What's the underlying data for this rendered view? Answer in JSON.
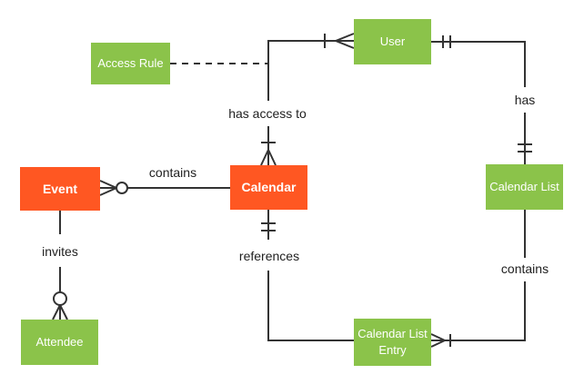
{
  "colors": {
    "entity_orange": "#FF5722",
    "entity_green": "#8BC34A",
    "entity_text": "#FFFFFF",
    "line": "#333333",
    "label_text": "#212121",
    "background": "#FFFFFF"
  },
  "entities": [
    {
      "id": "access-rule",
      "label": "Access Rule",
      "type": "green"
    },
    {
      "id": "user",
      "label": "User",
      "type": "green"
    },
    {
      "id": "event",
      "label": "Event",
      "type": "orange"
    },
    {
      "id": "calendar",
      "label": "Calendar",
      "type": "orange"
    },
    {
      "id": "calendar-list",
      "label": "Calendar List",
      "type": "green"
    },
    {
      "id": "attendee",
      "label": "Attendee",
      "type": "green"
    },
    {
      "id": "calendar-list-entry",
      "label": "Calendar List Entry",
      "type": "green"
    }
  ],
  "relationships": [
    {
      "id": "contains-events",
      "label": "contains",
      "from": "Calendar",
      "to": "Event",
      "to_cardinality": "zero-or-many"
    },
    {
      "id": "has-access-to",
      "label": "has access to",
      "from": "Calendar",
      "to": "User",
      "from_cardinality": "one-or-many",
      "to_cardinality": "one-or-many"
    },
    {
      "id": "has",
      "label": "has",
      "from": "User",
      "to": "Calendar List",
      "from_cardinality": "exactly-one",
      "to_cardinality": "exactly-one"
    },
    {
      "id": "contains-entries",
      "label": "contains",
      "from": "Calendar List",
      "to": "Calendar List Entry",
      "to_cardinality": "one-or-many"
    },
    {
      "id": "references",
      "label": "references",
      "from": "Calendar",
      "to": "Calendar List Entry",
      "from_cardinality": "exactly-one"
    },
    {
      "id": "invites",
      "label": "invites",
      "from": "Event",
      "to": "Attendee",
      "to_cardinality": "zero-or-many"
    },
    {
      "id": "access-rule-link",
      "label": "",
      "from": "Access Rule",
      "to": "has access to",
      "style": "dashed"
    }
  ]
}
